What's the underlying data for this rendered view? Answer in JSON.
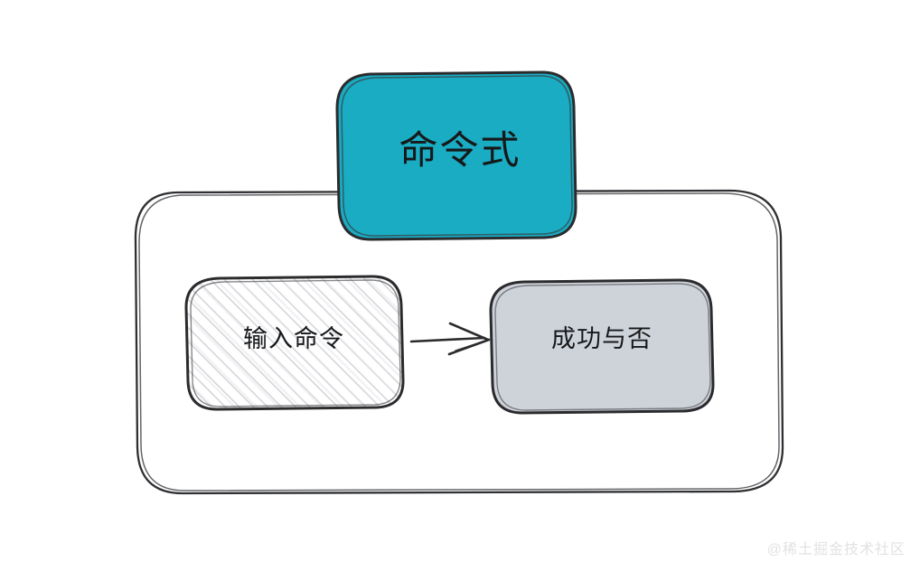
{
  "diagram": {
    "title": "命令式",
    "nodes": [
      {
        "id": "input",
        "label": "输入命令",
        "fill": "hatched",
        "style": "sketch-rounded"
      },
      {
        "id": "result",
        "label": "成功与否",
        "fill": "#ced3da",
        "style": "sketch-rounded"
      }
    ],
    "edges": [
      {
        "from": "input",
        "to": "result",
        "label": "",
        "style": "sketch-arrow"
      }
    ],
    "container": {
      "style": "sketch-rounded-outline"
    }
  },
  "colors": {
    "title_box_fill": "#19acc2",
    "result_box_fill": "#ced3da",
    "stroke": "#2b2b2e",
    "hatch": "#d9dade",
    "text": "#17181a",
    "watermark": "#e2e2e4",
    "background": "#ffffff"
  },
  "watermark": {
    "text": "@稀土掘金技术社区"
  }
}
